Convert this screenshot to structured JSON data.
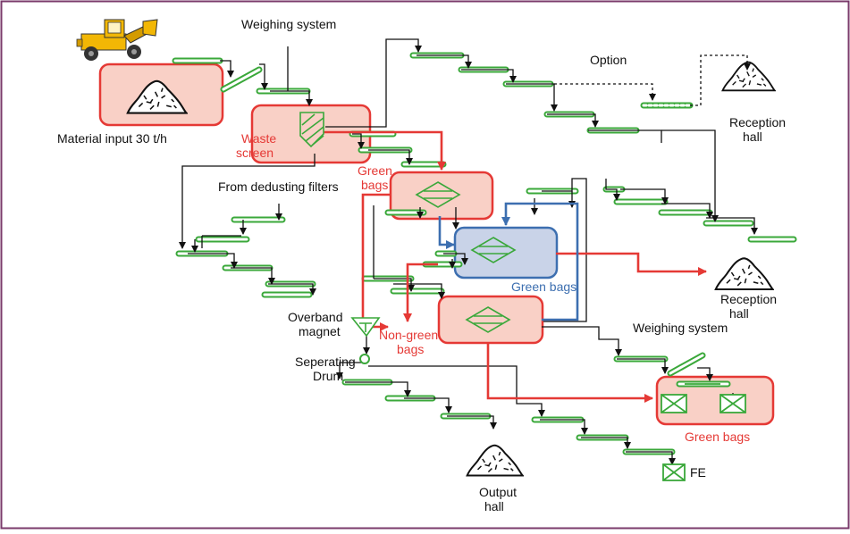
{
  "labels": {
    "material_input": "Material input 30 t/h",
    "weighing_top": "Weighing system",
    "option": "Option",
    "reception_top_1": "Reception",
    "reception_top_2": "hall",
    "waste_screen_1": "Waste",
    "waste_screen_2": "screen",
    "green_bags_1a": "Green",
    "green_bags_1b": "bags",
    "dedusting": "From dedusting filters",
    "green_bags_blue": "Green bags",
    "reception_mid_1": "Reception",
    "reception_mid_2": "hall",
    "overband_1": "Overband",
    "overband_2": "magnet",
    "non_green_1": "Non-green",
    "non_green_2": "bags",
    "weighing_right": "Weighing system",
    "separating_1": "Seperating",
    "separating_2": "Drum",
    "green_bags_bottom": "Green bags",
    "output_1": "Output",
    "output_2": "hall",
    "fe": "FE"
  },
  "colors": {
    "frame": "#7a3a6b",
    "unit_fill": "#f9d0c6",
    "unit_stroke": "#e53935",
    "blue_fill": "#c9d3e8",
    "blue_stroke": "#3d6fb0",
    "conveyor": "#3aa83a",
    "red_flow": "#e53935",
    "blue_flow": "#3d6fb0",
    "black_flow": "#111111",
    "loader": "#f2b705"
  },
  "icons": [
    "wheel-loader-icon",
    "material-pile-icon",
    "screen-icon",
    "separator-icon",
    "magnet-icon",
    "drum-icon",
    "bag-box-icon"
  ]
}
